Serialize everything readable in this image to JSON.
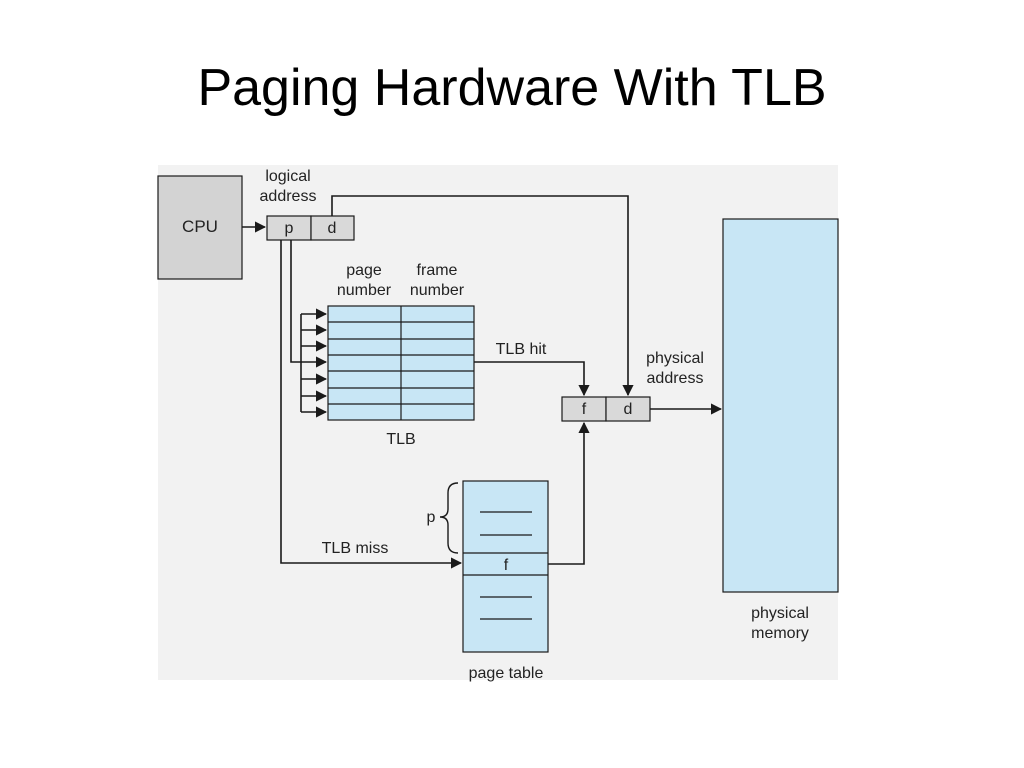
{
  "title": "Paging Hardware With TLB",
  "diagram": {
    "cpu": "CPU",
    "logical_address": [
      "logical",
      "address"
    ],
    "p": "p",
    "d": "d",
    "page_number": [
      "page",
      "number"
    ],
    "frame_number": [
      "frame",
      "number"
    ],
    "tlb": "TLB",
    "tlb_hit": "TLB hit",
    "tlb_miss": "TLB miss",
    "f": "f",
    "physical_address": [
      "physical",
      "address"
    ],
    "physical_memory": [
      "physical",
      "memory"
    ],
    "page_table": "page table",
    "page_table_p": "p"
  },
  "colors": {
    "panel_bg": "#f2f2f2",
    "cpu_fill": "#d3d3d3",
    "register_fill": "#d9d9d9",
    "tlb_fill": "#c8e6f5",
    "memory_fill": "#c8e6f5",
    "stroke": "#1a1a1a"
  }
}
